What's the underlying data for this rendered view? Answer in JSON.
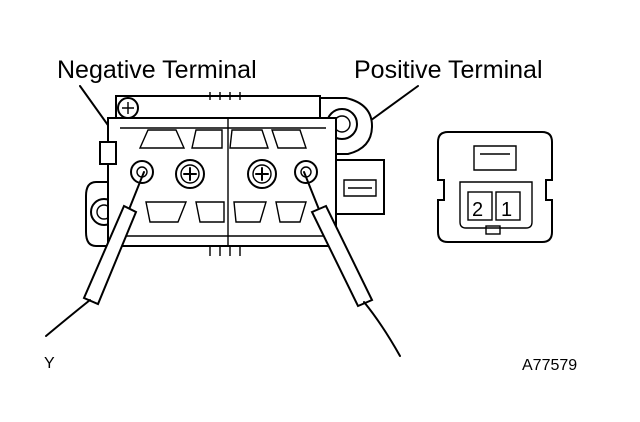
{
  "labels": {
    "negative_terminal": "Negative Terminal",
    "positive_terminal": "Positive Terminal",
    "corner_mark": "Y",
    "figure_code": "A77579"
  },
  "connector_pins": [
    "2",
    "1"
  ],
  "colors": {
    "line": "#000000",
    "background": "#ffffff"
  }
}
